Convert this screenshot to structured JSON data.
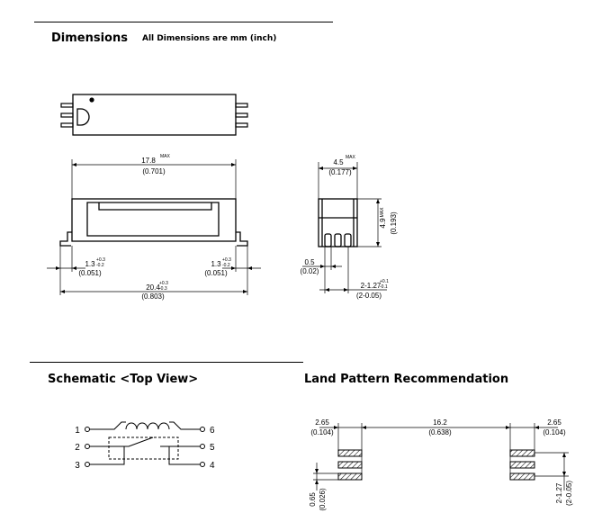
{
  "sections": {
    "dimensions": {
      "title": "Dimensions",
      "subtitle": "All Dimensions are mm (inch)"
    },
    "schematic": {
      "title": "Schematic <Top View>"
    },
    "land_pattern": {
      "title": "Land Pattern Recommendation"
    }
  },
  "front_view": {
    "length_mm": "17.8",
    "length_in": "(0.701)",
    "length_sup": "MAX",
    "overall_mm": "20.4",
    "overall_in": "(0.803)",
    "overall_tol_top": "+0.3",
    "overall_tol_bot": "-0.3",
    "lead_left_mm": "1.3",
    "lead_left_in": "(0.051)",
    "lead_left_tol_top": "+0.3",
    "lead_left_tol_bot": "-0.2",
    "lead_right_mm": "1.3",
    "lead_right_in": "(0.051)",
    "lead_right_tol_top": "+0.3",
    "lead_right_tol_bot": "-0.2"
  },
  "side_view": {
    "width_mm": "4.5",
    "width_in": "(0.177)",
    "width_sup": "MAX",
    "height_mm": "4.9",
    "height_in": "(0.193)",
    "height_sup": "MAX",
    "lead_mm": "0.5",
    "lead_in": "(0.02)",
    "pitch_mm": "2-1.27",
    "pitch_in": "(2-0.05)",
    "pitch_tol_top": "+0.1",
    "pitch_tol_bot": "-0.1"
  },
  "schematic": {
    "pins": [
      "1",
      "2",
      "3",
      "6",
      "5",
      "4"
    ]
  },
  "land": {
    "left_mm": "2.65",
    "left_in": "(0.104)",
    "center_mm": "16.2",
    "center_in": "(0.638)",
    "right_mm": "2.65",
    "right_in": "(0.104)",
    "pad_mm": "0.65",
    "pad_in": "(0.026)",
    "pitch_mm": "2-1.27",
    "pitch_in": "(2-0.05)"
  },
  "colors": {
    "line": "#000000",
    "background": "#ffffff"
  }
}
